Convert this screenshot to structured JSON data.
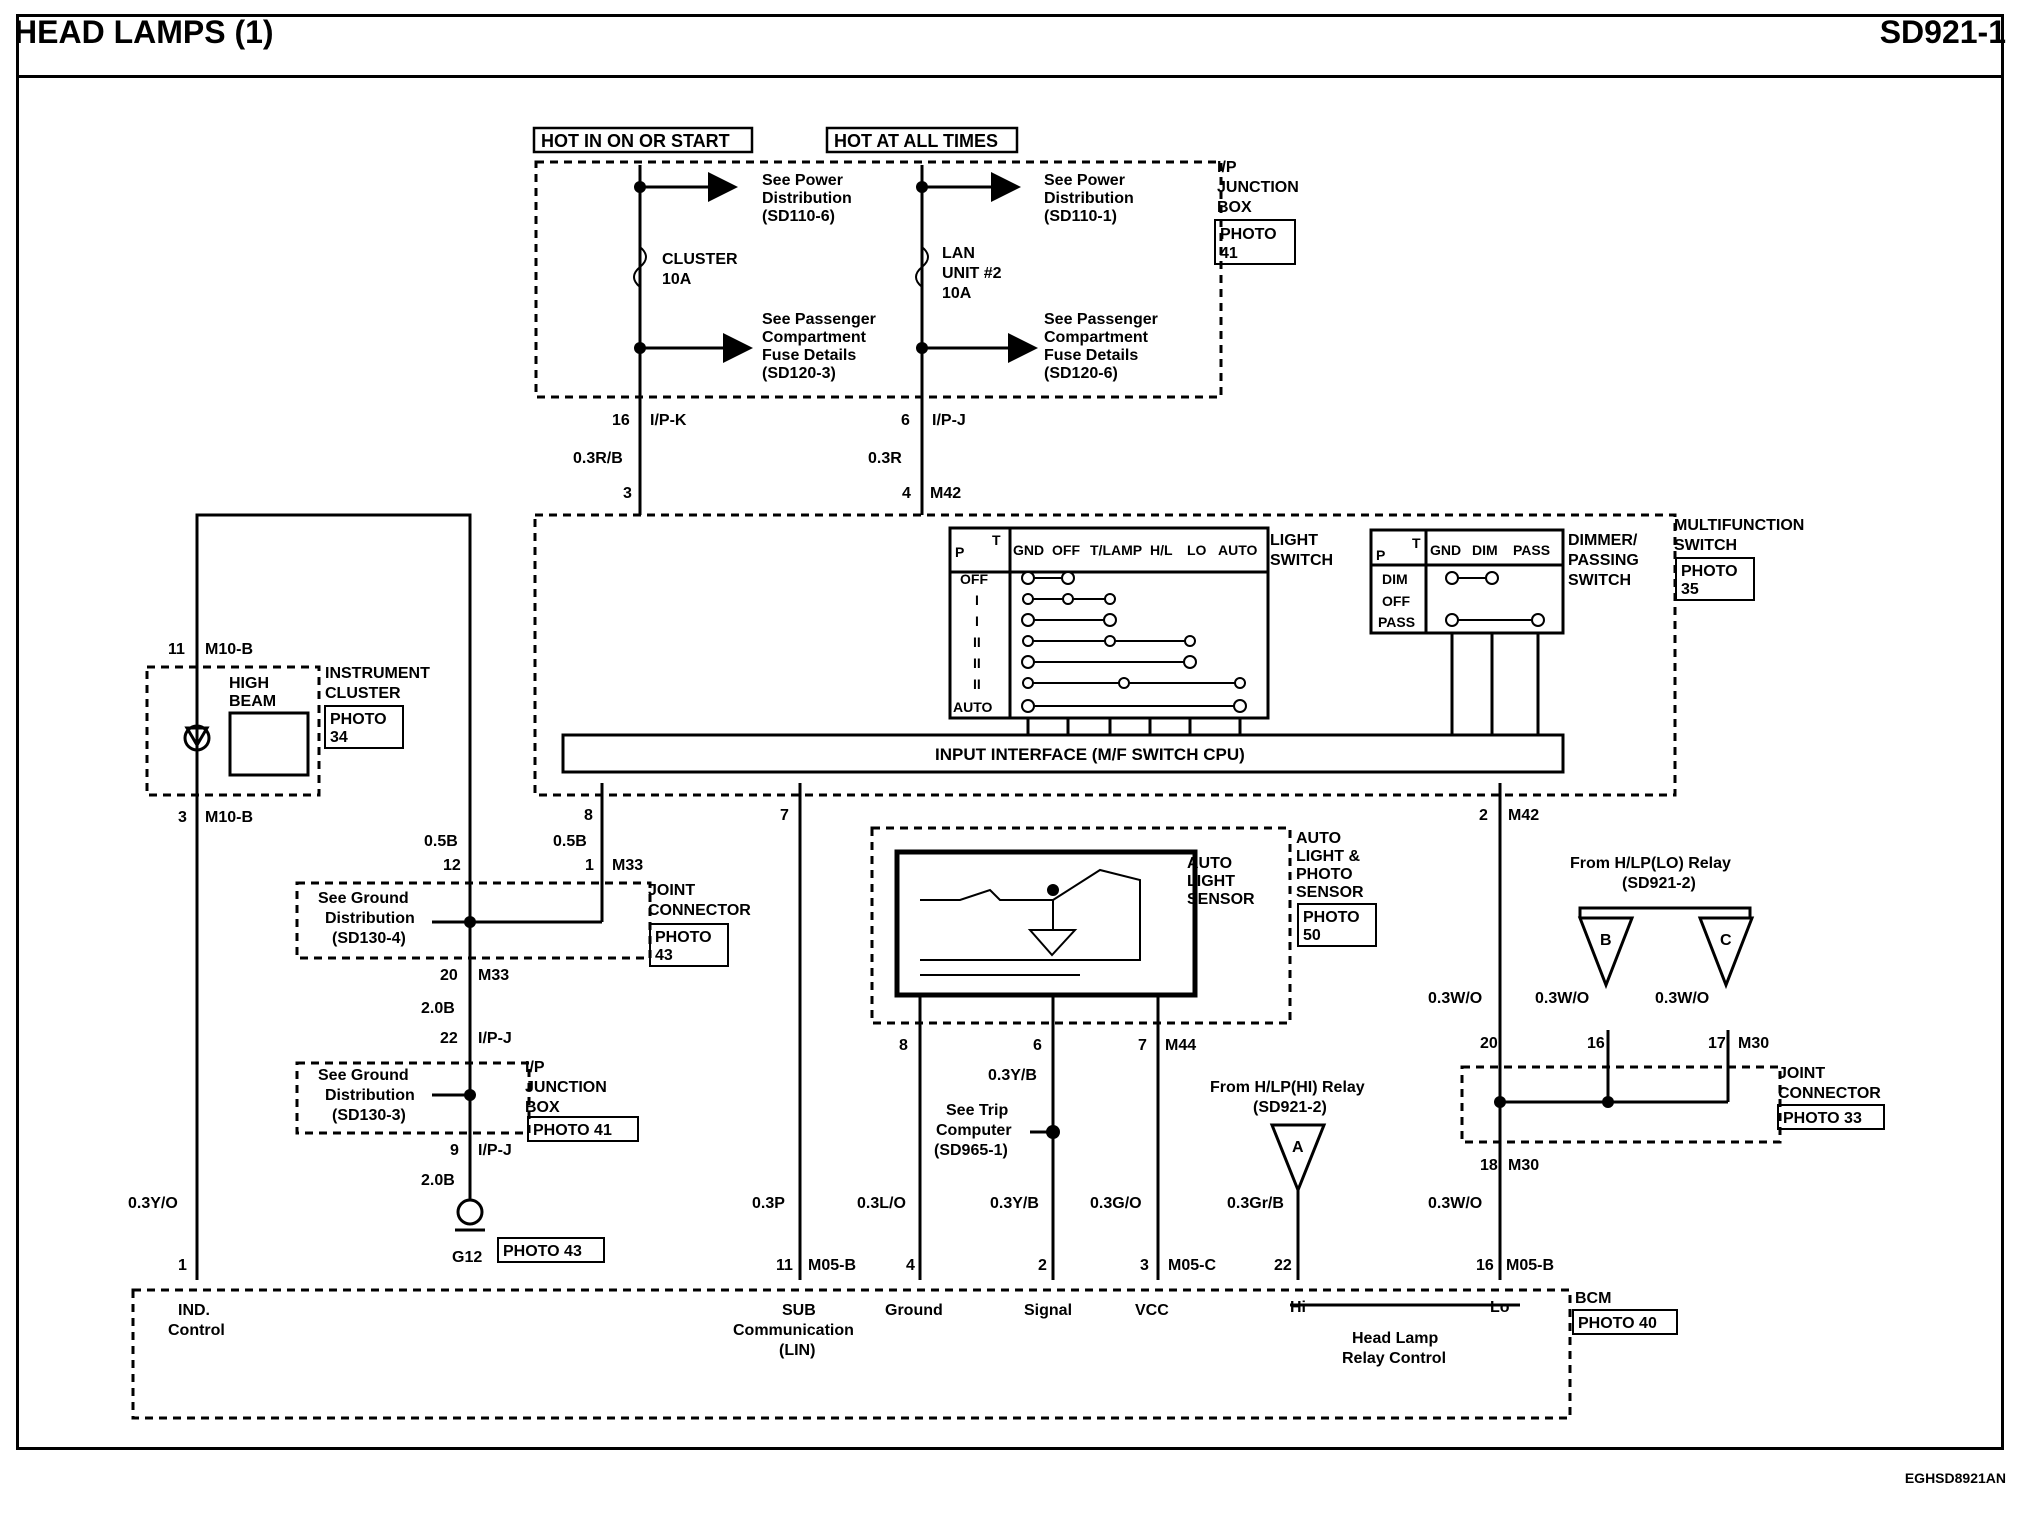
{
  "header": {
    "title": "HEAD LAMPS (1)",
    "code": "SD921-1"
  },
  "footer": {
    "figure_id": "EGHSD8921AN"
  },
  "power": {
    "hot_in_on_start": "HOT IN ON OR START",
    "hot_at_all_times": "HOT AT ALL TIMES",
    "left_ref_top": [
      "See Power",
      "Distribution",
      "(SD110-6)"
    ],
    "right_ref_top": [
      "See Power",
      "Distribution",
      "(SD110-1)"
    ],
    "left_ref_bottom": [
      "See Passenger",
      "Compartment",
      "Fuse Details",
      "(SD120-3)"
    ],
    "right_ref_bottom": [
      "See Passenger",
      "Compartment",
      "Fuse Details",
      "(SD120-6)"
    ],
    "fuse_left": [
      "CLUSTER",
      "10A"
    ],
    "fuse_right": [
      "LAN",
      "UNIT #2",
      "10A"
    ]
  },
  "ip_junction_box": {
    "label": [
      "I/P",
      "JUNCTION",
      "BOX"
    ],
    "photo": [
      "PHOTO",
      "41"
    ]
  },
  "connectors": {
    "ipk_pin": "16",
    "ipk_name": "I/P-K",
    "ipk_wire": "0.3R/B",
    "ipj_pin": "6",
    "ipj_name": "I/P-J",
    "ipj_wire": "0.3R",
    "m42_in_left": "3",
    "m42_in_right": "4",
    "m42_name": "M42",
    "m10b_top_pin": "11",
    "m10b_name": "M10-B",
    "m10b_bot_pin": "3",
    "m33_pin8": "8",
    "m33_pin12": "12",
    "m33_pin1": "1",
    "m33_name": "M33",
    "m33_pin20": "20",
    "wire_05b_left": "0.5B",
    "wire_05b_right": "0.5B",
    "m42_pin7": "7",
    "m42_pin2": "2",
    "ipj2_pin22": "22",
    "ipj2_pin9": "9",
    "ipj2_name": "I/P-J",
    "wire_20b_top": "2.0B",
    "wire_20b_bot": "2.0B",
    "m44_pin8": "8",
    "m44_pin6": "6",
    "m44_pin7": "7",
    "m44_name": "M44",
    "m30_pin20": "20",
    "m30_pin16": "16",
    "m30_pin17": "17",
    "m30_name": "M30",
    "m30_pin18": "18"
  },
  "instrument_cluster": {
    "label": [
      "INSTRUMENT",
      "CLUSTER"
    ],
    "high_beam": [
      "HIGH",
      "BEAM"
    ],
    "photo": [
      "PHOTO",
      "34"
    ]
  },
  "multifunction_switch": {
    "label": [
      "MULTIFUNCTION",
      "SWITCH"
    ],
    "photo": [
      "PHOTO",
      "35"
    ],
    "light_switch_label": [
      "LIGHT",
      "SWITCH"
    ],
    "light_switch_cols": [
      "GND",
      "OFF",
      "T/LAMP",
      "H/L",
      "LO",
      "AUTO"
    ],
    "light_switch_rows": [
      "OFF",
      "I",
      "I",
      "II",
      "II",
      "II",
      "AUTO"
    ],
    "dimmer_label": [
      "DIMMER/",
      "PASSING",
      "SWITCH"
    ],
    "dimmer_cols": [
      "GND",
      "DIM",
      "PASS"
    ],
    "dimmer_rows": [
      "DIM",
      "OFF",
      "PASS"
    ],
    "pt_p": "P",
    "pt_t": "T",
    "input_interface": "INPUT INTERFACE (M/F SWITCH CPU)"
  },
  "joint_connector_left": {
    "label": [
      "JOINT",
      "CONNECTOR"
    ],
    "photo": [
      "PHOTO",
      "43"
    ],
    "ground_ref": [
      "See Ground",
      "Distribution",
      "(SD130-4)"
    ]
  },
  "ip_junction_box_lower": {
    "label": [
      "I/P",
      "JUNCTION",
      "BOX"
    ],
    "photo": "PHOTO 41",
    "ground_ref": [
      "See Ground",
      "Distribution",
      "(SD130-3)"
    ]
  },
  "ground": {
    "name": "G12",
    "photo": "PHOTO 43"
  },
  "auto_light_sensor": {
    "inner_label": [
      "AUTO",
      "LIGHT",
      "SENSOR"
    ],
    "outer_label": [
      "AUTO",
      "LIGHT &",
      "PHOTO",
      "SENSOR"
    ],
    "photo": [
      "PHOTO",
      "50"
    ]
  },
  "trip_computer": {
    "ref": [
      "See Trip",
      "Computer",
      "(SD965-1)"
    ],
    "wire": "0.3Y/B"
  },
  "relays": {
    "hi_from": [
      "From H/LP(HI) Relay",
      "(SD921-2)"
    ],
    "lo_from": [
      "From H/LP(LO) Relay",
      "(SD921-2)"
    ],
    "a": "A",
    "b": "B",
    "c": "C"
  },
  "joint_connector_right": {
    "label": [
      "JOINT",
      "CONNECTOR"
    ],
    "photo": "PHOTO 33"
  },
  "wires": {
    "w03yo": "0.3Y/O",
    "w03p": "0.3P",
    "w03lo": "0.3L/O",
    "w03yb": "0.3Y/B",
    "w03go": "0.3G/O",
    "w03grb": "0.3Gr/B",
    "w03wo_bot": "0.3W/O",
    "w03wo_a": "0.3W/O",
    "w03wo_b": "0.3W/O",
    "w03wo_c": "0.3W/O"
  },
  "bcm": {
    "label": "BCM",
    "photo": "PHOTO 40",
    "pin1": "1",
    "pin11": "11",
    "pin4": "4",
    "pin2": "2",
    "pin3": "3",
    "pin22": "22",
    "pin16": "16",
    "m05b": "M05-B",
    "m05c": "M05-C",
    "m05b2": "M05-B",
    "ind": [
      "IND.",
      "Control"
    ],
    "sub": [
      "SUB",
      "Communication",
      "(LIN)"
    ],
    "ground": "Ground",
    "signal": "Signal",
    "vcc": "VCC",
    "hi": "Hi",
    "lo": "Lo",
    "relay_control": [
      "Head Lamp",
      "Relay Control"
    ]
  }
}
